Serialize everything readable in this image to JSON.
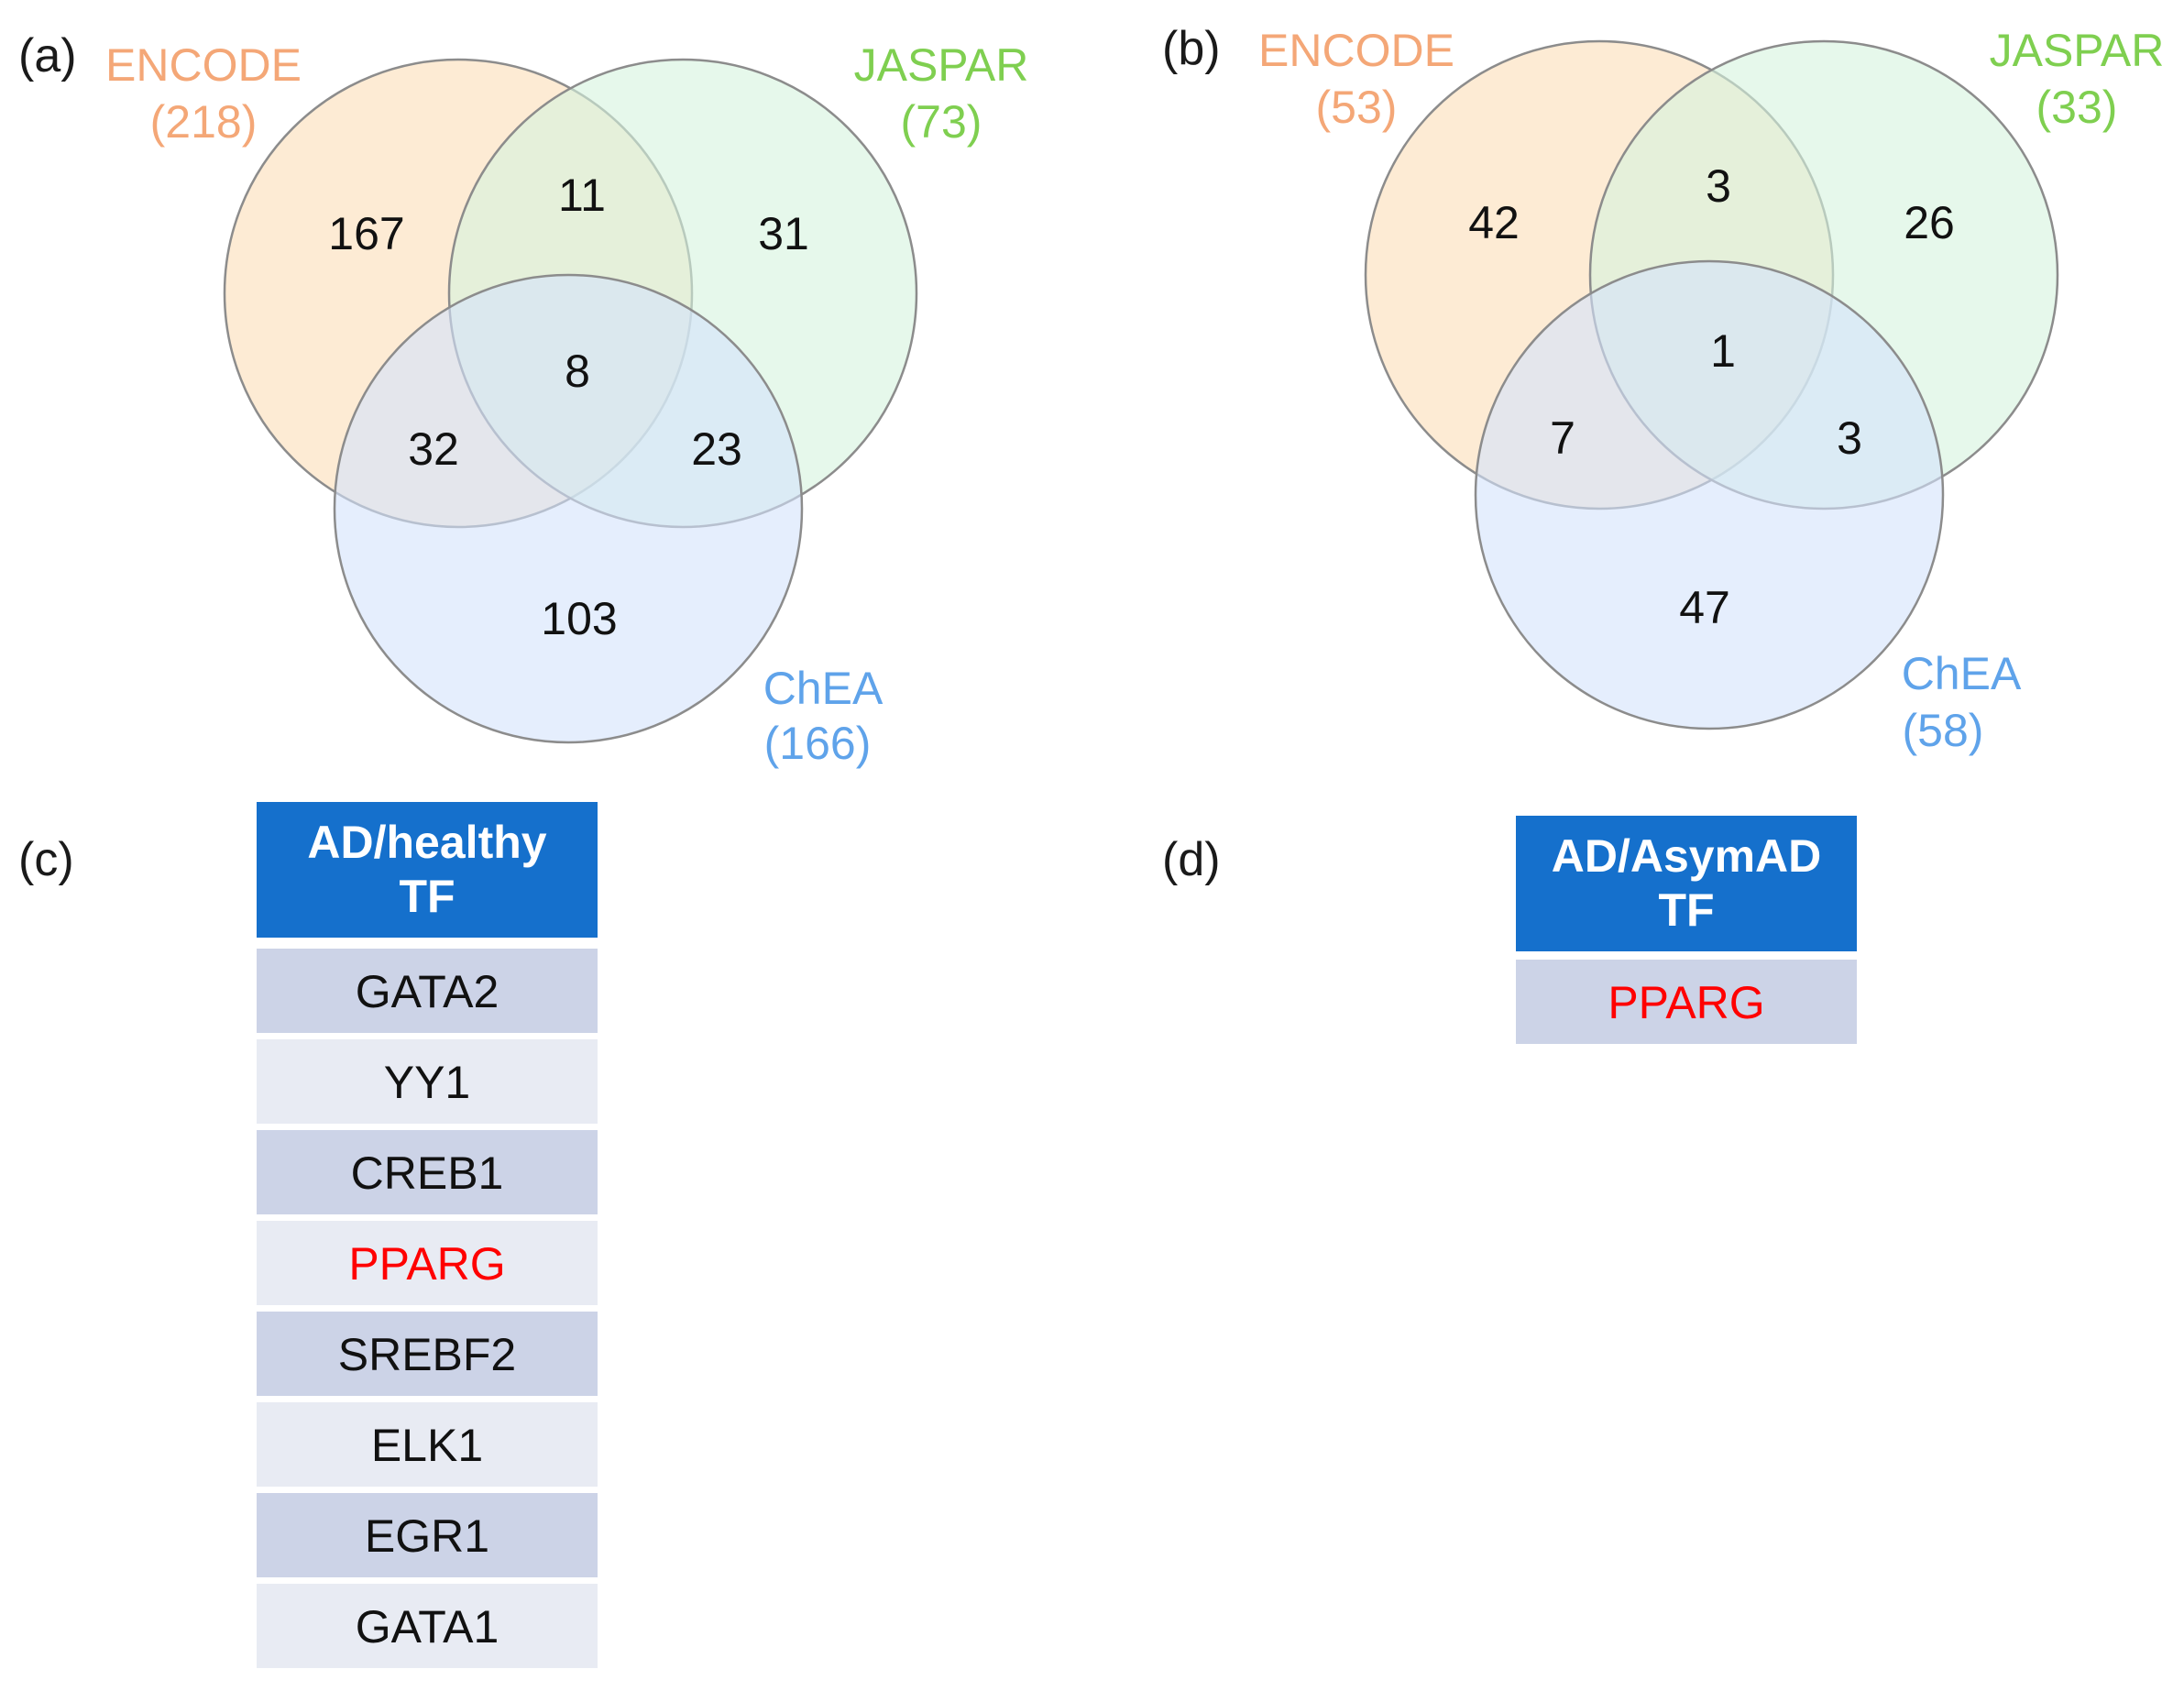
{
  "colors": {
    "encode": "#f4a777",
    "jaspar": "#7fcf50",
    "chea": "#5fa3ea",
    "encode_fill": "#fde8cc",
    "jaspar_fill": "#d5f4dd",
    "chea_fill": "#d3e2fb",
    "table_header": "#1570cc",
    "row_dark": "#ccd3e7",
    "row_light": "#e8ebf3",
    "highlight_text": "#ff0000"
  },
  "panel_a": {
    "label": "(a)",
    "sets": {
      "encode": {
        "name": "ENCODE",
        "total": "(218)"
      },
      "jaspar": {
        "name": "JASPAR",
        "total": "(73)"
      },
      "chea": {
        "name": "ChEA",
        "total": "(166)"
      }
    },
    "regions": {
      "encode_only": "167",
      "jaspar_only": "31",
      "chea_only": "103",
      "encode_jaspar": "11",
      "encode_chea": "32",
      "jaspar_chea": "23",
      "all_three": "8"
    }
  },
  "panel_b": {
    "label": "(b)",
    "sets": {
      "encode": {
        "name": "ENCODE",
        "total": "(53)"
      },
      "jaspar": {
        "name": "JASPAR",
        "total": "(33)"
      },
      "chea": {
        "name": "ChEA",
        "total": "(58)"
      }
    },
    "regions": {
      "encode_only": "42",
      "jaspar_only": "26",
      "chea_only": "47",
      "encode_jaspar": "3",
      "encode_chea": "7",
      "jaspar_chea": "3",
      "all_three": "1"
    }
  },
  "panel_c": {
    "label": "(c)",
    "header_line1": "AD/healthy",
    "header_line2": "TF",
    "rows": [
      {
        "text": "GATA2",
        "highlight": false
      },
      {
        "text": "YY1",
        "highlight": false
      },
      {
        "text": "CREB1",
        "highlight": false
      },
      {
        "text": "PPARG",
        "highlight": true
      },
      {
        "text": "SREBF2",
        "highlight": false
      },
      {
        "text": "ELK1",
        "highlight": false
      },
      {
        "text": "EGR1",
        "highlight": false
      },
      {
        "text": "GATA1",
        "highlight": false
      }
    ]
  },
  "panel_d": {
    "label": "(d)",
    "header_line1": "AD/AsymAD",
    "header_line2": "TF",
    "rows": [
      {
        "text": "PPARG",
        "highlight": true
      }
    ]
  }
}
